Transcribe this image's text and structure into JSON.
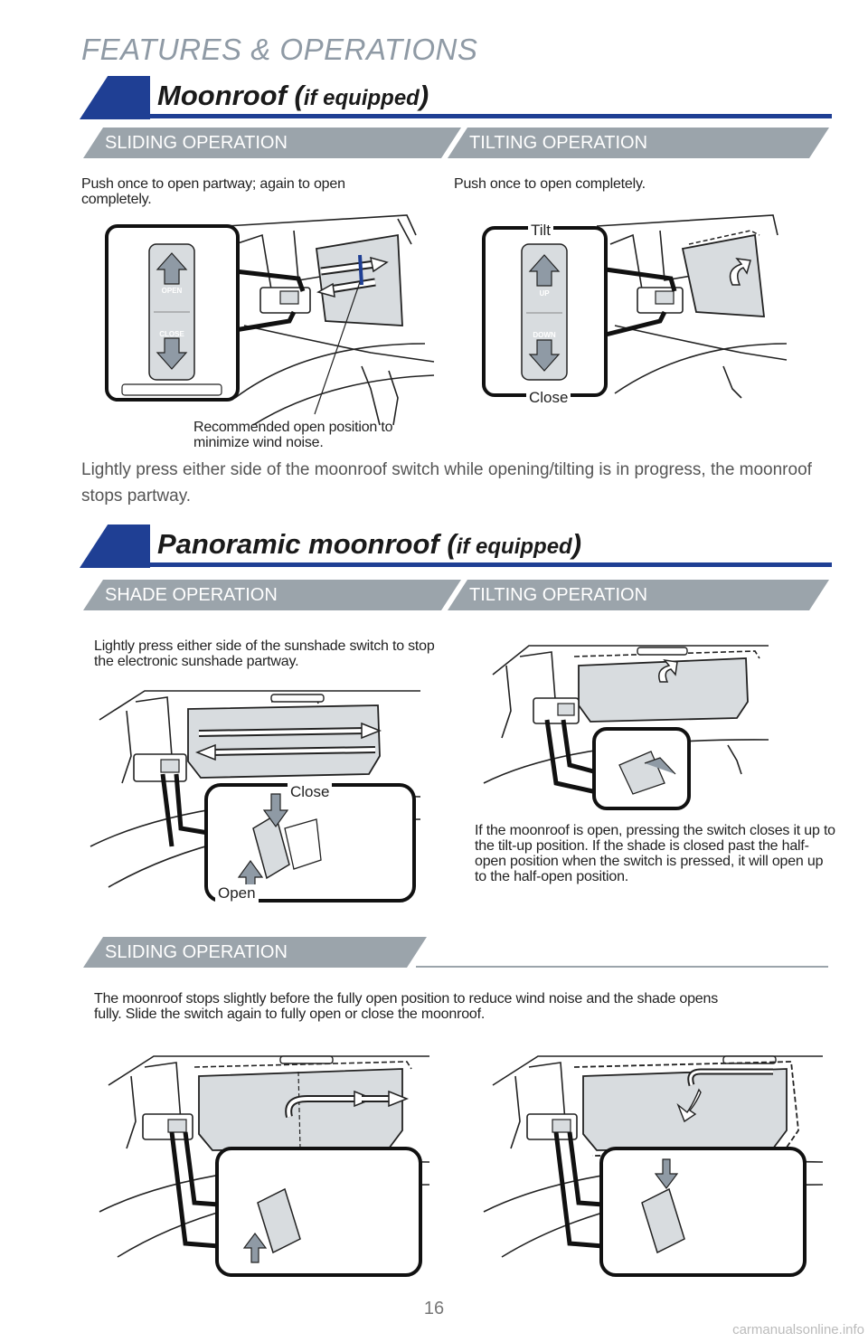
{
  "header": {
    "title": "FEATURES & OPERATIONS"
  },
  "moonroof": {
    "title": "Moonroof (",
    "title_suffix": "if equipped",
    "title_close": ")",
    "tab_sliding": "SLIDING OPERATION",
    "tab_tilting": "TILTING OPERATION",
    "sliding_caption": "Push once to open partway; again to open completely.",
    "tilting_caption": "Push once to open completely.",
    "switch_open": "OPEN",
    "switch_close": "CLOSE",
    "switch_up": "UP",
    "switch_down": "DOWN",
    "label_tilt": "Tilt",
    "label_close": "Close",
    "recommended_note": "Recommended open position to minimize wind noise.",
    "body": "Lightly press either side of the moonroof switch while opening/tilting is in progress, the moonroof stops partway."
  },
  "panoramic": {
    "title": "Panoramic moonroof (",
    "title_suffix": "if equipped",
    "title_close": ")",
    "tab_shade": "SHADE OPERATION",
    "tab_tilting": "TILTING OPERATION",
    "shade_caption": "Lightly press either side of the sunshade switch to stop the electronic sunshade partway.",
    "label_close": "Close",
    "label_open": "Open",
    "tilting_caption": "If the moonroof is open, pressing the switch closes it up to the tilt-up position. If the shade is closed past the half-open position when the switch is pressed, it will open up to the half-open position.",
    "tab_sliding": "SLIDING OPERATION",
    "sliding_caption": "The moonroof stops slightly before the fully open position to reduce wind noise and the shade opens fully. Slide the switch again to fully open or close the moonroof."
  },
  "page": {
    "number": "16",
    "watermark": "carmanualsonline.info"
  },
  "colors": {
    "brand_blue": "#1f3f94",
    "tab_gray": "#9ba4ab",
    "header_gray": "#8f9aa5",
    "illus_fill": "#d8dcdf"
  }
}
